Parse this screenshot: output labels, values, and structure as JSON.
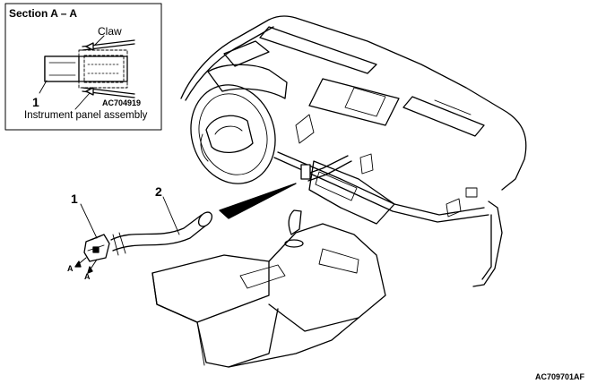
{
  "inset": {
    "title": "Section A – A",
    "claw_label": "Claw",
    "part_number": "1",
    "code": "AC704919",
    "assembly_label": "Instrument panel assembly"
  },
  "main": {
    "callout_1": "1",
    "callout_2": "2",
    "section_mark_left": "A",
    "section_mark_right": "A"
  },
  "figure_code": "AC709701AF"
}
